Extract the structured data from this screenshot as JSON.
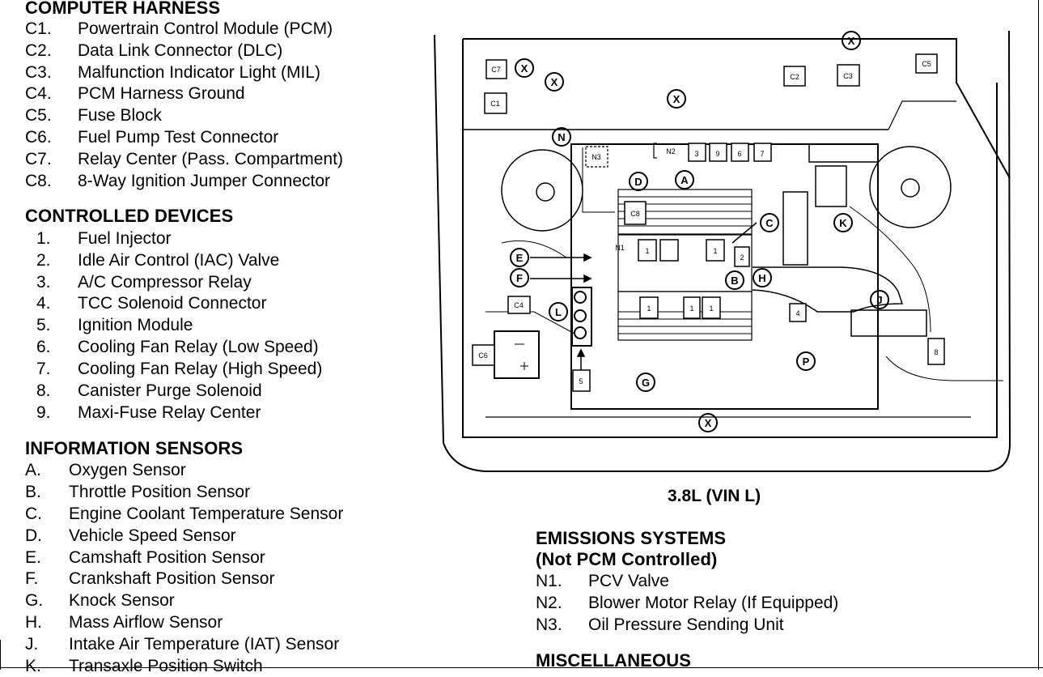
{
  "computer_harness": {
    "title": "COMPUTER HARNESS",
    "items": [
      {
        "code": "C1.",
        "label": "Powertrain Control Module (PCM)"
      },
      {
        "code": "C2.",
        "label": "Data Link Connector (DLC)"
      },
      {
        "code": "C3.",
        "label": "Malfunction Indicator Light (MIL)"
      },
      {
        "code": "C4.",
        "label": "PCM Harness Ground"
      },
      {
        "code": "C5.",
        "label": "Fuse Block"
      },
      {
        "code": "C6.",
        "label": "Fuel Pump Test Connector"
      },
      {
        "code": "C7.",
        "label": "Relay Center (Pass. Compartment)"
      },
      {
        "code": "C8.",
        "label": "8-Way Ignition Jumper Connector"
      }
    ]
  },
  "controlled_devices": {
    "title": "CONTROLLED DEVICES",
    "items": [
      {
        "code": "1.",
        "label": "Fuel Injector"
      },
      {
        "code": "2.",
        "label": "Idle Air Control (IAC) Valve"
      },
      {
        "code": "3.",
        "label": "A/C Compressor Relay"
      },
      {
        "code": "4.",
        "label": "TCC Solenoid Connector"
      },
      {
        "code": "5.",
        "label": "Ignition Module"
      },
      {
        "code": "6.",
        "label": "Cooling Fan Relay (Low Speed)"
      },
      {
        "code": "7.",
        "label": "Cooling Fan Relay (High Speed)"
      },
      {
        "code": "8.",
        "label": "Canister Purge Solenoid"
      },
      {
        "code": "9.",
        "label": "Maxi-Fuse Relay Center"
      }
    ]
  },
  "information_sensors": {
    "title": "INFORMATION SENSORS",
    "items": [
      {
        "code": "A.",
        "label": "Oxygen Sensor"
      },
      {
        "code": "B.",
        "label": "Throttle Position Sensor"
      },
      {
        "code": "C.",
        "label": "Engine Coolant Temperature Sensor"
      },
      {
        "code": "D.",
        "label": "Vehicle Speed Sensor"
      },
      {
        "code": "E.",
        "label": "Camshaft Position Sensor"
      },
      {
        "code": "F.",
        "label": "Crankshaft Position Sensor"
      },
      {
        "code": "G.",
        "label": "Knock Sensor"
      },
      {
        "code": "H.",
        "label": "Mass Airflow Sensor"
      },
      {
        "code": "J.",
        "label": "Intake Air Temperature (IAT) Sensor"
      },
      {
        "code": "K.",
        "label": "Transaxle Position Switch"
      }
    ]
  },
  "diagram": {
    "caption": "3.8L (VIN L)",
    "labels": {
      "x": "X",
      "N": "N",
      "D": "D",
      "A": "A",
      "C": "C",
      "K": "K",
      "E": "E",
      "F": "F",
      "B": "B",
      "H": "H",
      "L": "L",
      "J": "J",
      "G": "G",
      "P": "P",
      "C1": "C1",
      "C2": "C2",
      "C3": "C3",
      "C4": "C4",
      "C5": "C5",
      "C6": "C6",
      "C7": "C7",
      "C8": "C8",
      "N1": "N1",
      "N2": "N2",
      "N3": "N3",
      "n1": "1",
      "n2": "2",
      "n3": "3",
      "n4": "4",
      "n5": "5",
      "n6": "6",
      "n7": "7",
      "n8": "8",
      "n9": "9",
      "minus": "–",
      "plus": "+"
    }
  },
  "emissions": {
    "title": "EMISSIONS SYSTEMS",
    "subtitle": "(Not PCM Controlled)",
    "items": [
      {
        "code": "N1.",
        "label": "PCV Valve"
      },
      {
        "code": "N2.",
        "label": "Blower Motor Relay (If Equipped)"
      },
      {
        "code": "N3.",
        "label": "Oil Pressure Sending Unit"
      }
    ]
  },
  "miscellaneous": {
    "title": "MISCELLANEOUS"
  }
}
